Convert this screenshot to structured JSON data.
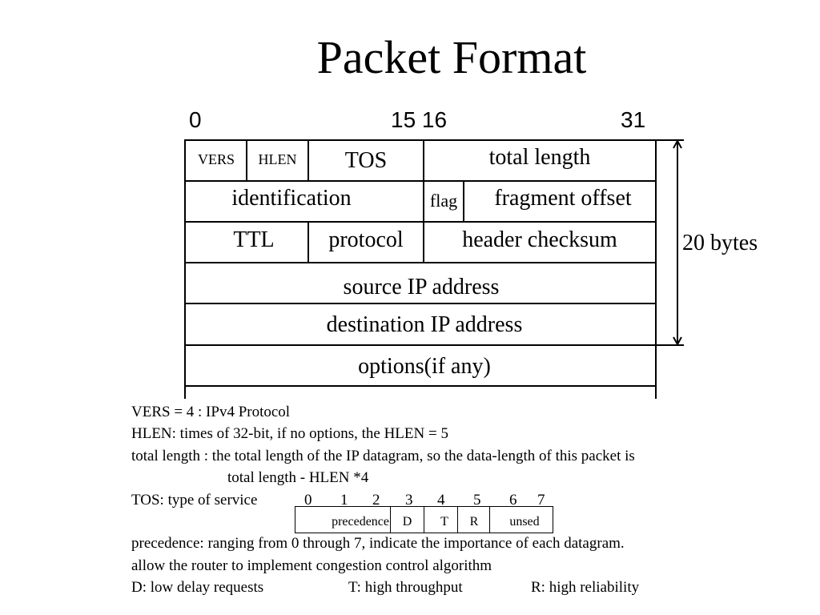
{
  "title": "Packet Format",
  "bit_labels": {
    "b0": "0",
    "b15_16": "15 16",
    "b31": "31"
  },
  "rows": {
    "r1": {
      "vers": "VERS",
      "hlen": "HLEN",
      "tos": "TOS",
      "total_length": "total length"
    },
    "r2": {
      "identification": "identification",
      "flag": "flag",
      "fragment_offset": "fragment offset"
    },
    "r3": {
      "ttl": "TTL",
      "protocol": "protocol",
      "header_checksum": "header checksum"
    },
    "r4": {
      "source": "source IP address"
    },
    "r5": {
      "destination": "destination IP address"
    },
    "r6": {
      "options": "options(if any)"
    }
  },
  "bytes_label": "20 bytes",
  "notes": {
    "vers": "VERS = 4 : IPv4 Protocol",
    "hlen": "HLEN: times of 32-bit, if no options, the HLEN = 5",
    "total_length_1": "total length : the total length  of the IP datagram, so the data-length of this packet is",
    "total_length_2": "total length - HLEN *4",
    "tos_label": "TOS: type of service",
    "precedence": "precedence: ranging from 0 through 7, indicate the importance of each datagram.",
    "congestion": "allow the router to implement congestion control algorithm",
    "d_desc": "D: low delay requests",
    "t_desc": "T: high throughput",
    "r_desc": "R: high reliability"
  },
  "tos_bits": [
    "0",
    "1",
    "2",
    "3",
    "4",
    "5",
    "6",
    "7"
  ],
  "tos_fields": {
    "precedence": "precedence",
    "d": "D",
    "t": "T",
    "r": "R",
    "unused": "unsed"
  }
}
